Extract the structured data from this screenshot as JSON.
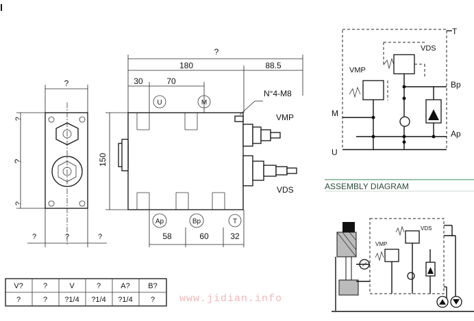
{
  "front_view": {
    "dims_top": {
      "total": "?",
      "left_part": "180",
      "right_part": "88.5",
      "sub1": "30",
      "sub2": "70"
    },
    "dims_bottom": {
      "d1": "58",
      "d2": "60",
      "d3": "32"
    },
    "height": "150",
    "ports_top": [
      "U",
      "M"
    ],
    "ports_bottom": [
      "Ap",
      "Bp",
      "T"
    ],
    "thread_note": "N°4-M8",
    "valve_labels": {
      "vmp": "VMP",
      "vds": "VDS"
    }
  },
  "side_view": {
    "width_top": "?",
    "height": "?",
    "dim_top_left": "?",
    "dim_bottom_left": "?",
    "dims_bottom": [
      "?",
      "?",
      "?"
    ]
  },
  "schematic": {
    "ports": {
      "t": "T",
      "bp": "Bp",
      "m": "M",
      "ap": "Ap",
      "u": "U"
    },
    "valves": {
      "vmp": "VMP",
      "vds": "VDS"
    }
  },
  "assembly": {
    "title": "ASSEMBLY DIAGRAM",
    "valves": {
      "vmp": "VMP",
      "vds": "VDS"
    }
  },
  "table": {
    "headers": [
      "V?",
      "?",
      "V",
      "?",
      "A?",
      "B?"
    ],
    "values": [
      "?",
      "?",
      "?1/4",
      "?1/4",
      "?1/4",
      "?"
    ]
  },
  "watermark": "www.jidian.info",
  "colors": {
    "line": "#111111",
    "watermark": "#f0b8b8",
    "header_rule": "#9bc4a8"
  }
}
